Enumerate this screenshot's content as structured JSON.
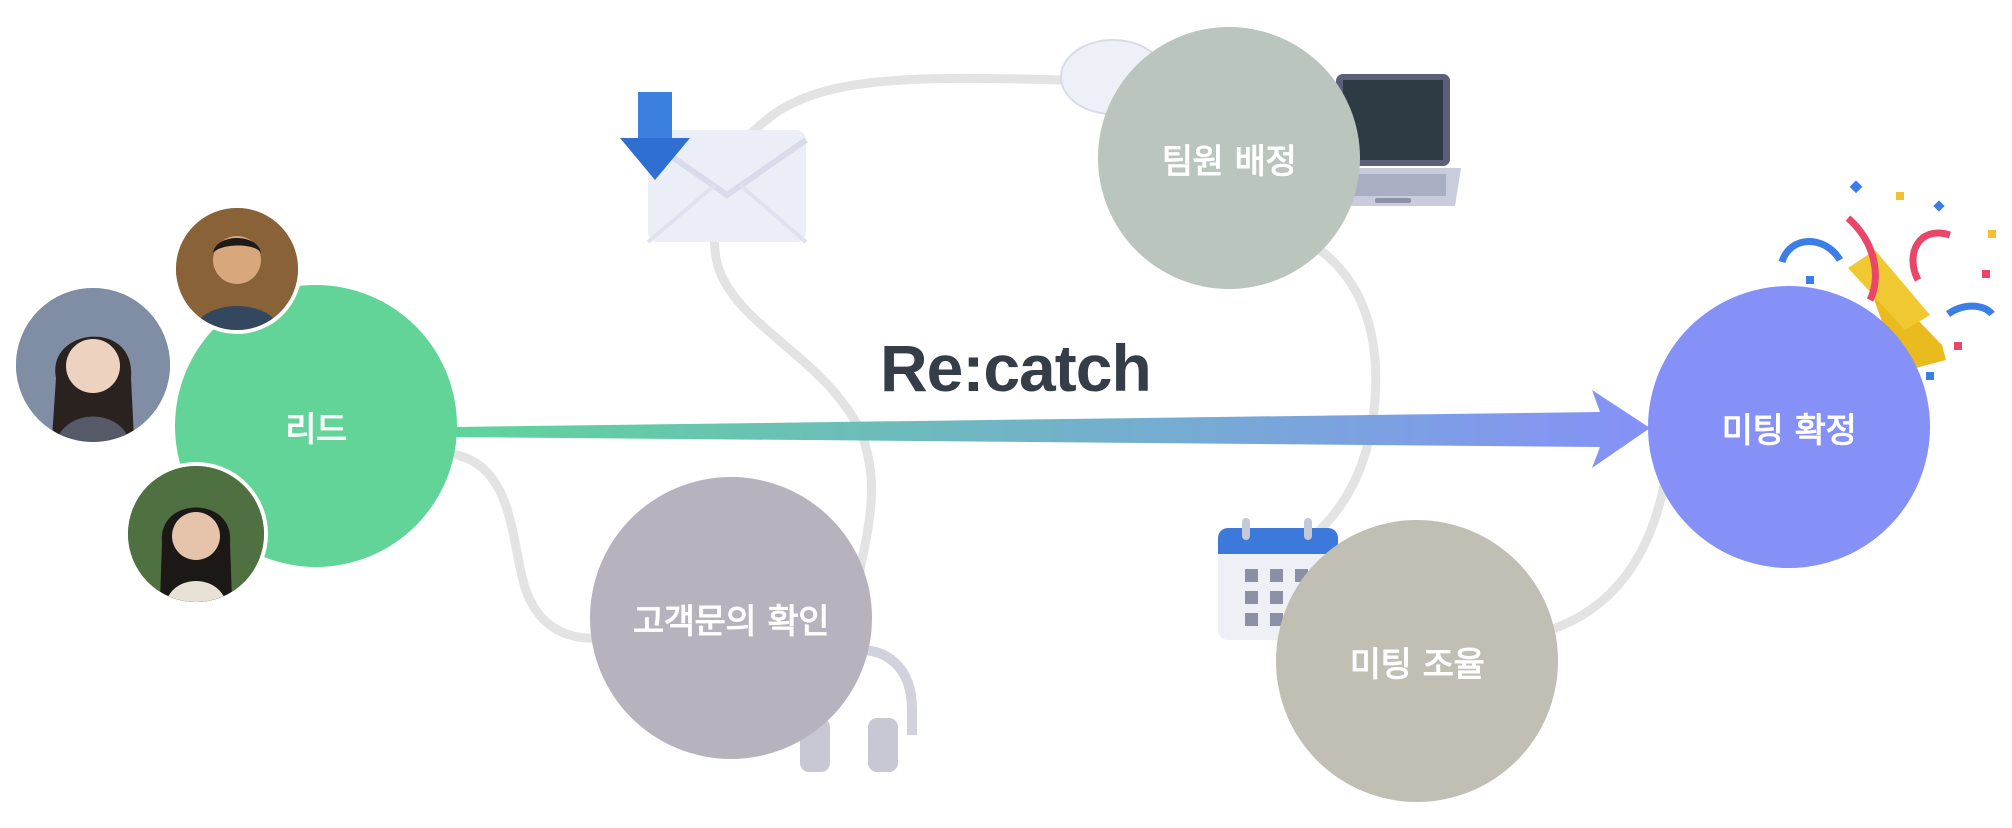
{
  "brand": {
    "name": "Re:catch"
  },
  "nodes": {
    "lead": {
      "label": "리드",
      "color": "#62d498"
    },
    "inquiry_check": {
      "label": "고객문의 확인",
      "color": "#b6b3be"
    },
    "assign_member": {
      "label": "팀원 배정",
      "color": "#bac5bd"
    },
    "meeting_coordination": {
      "label": "미팅 조율",
      "color": "#c1beb4"
    },
    "meeting_confirmed": {
      "label": "미팅 확정",
      "color": "#8591f7"
    }
  },
  "arrow": {
    "start_color": "#5fd49a",
    "end_color": "#8591f7"
  },
  "path_color": "#e3e3e3",
  "icons": [
    "envelope-download-icon",
    "speech-bubble-icon",
    "laptop-icon",
    "headphones-icon",
    "calendar-icon",
    "party-popper-icon"
  ]
}
